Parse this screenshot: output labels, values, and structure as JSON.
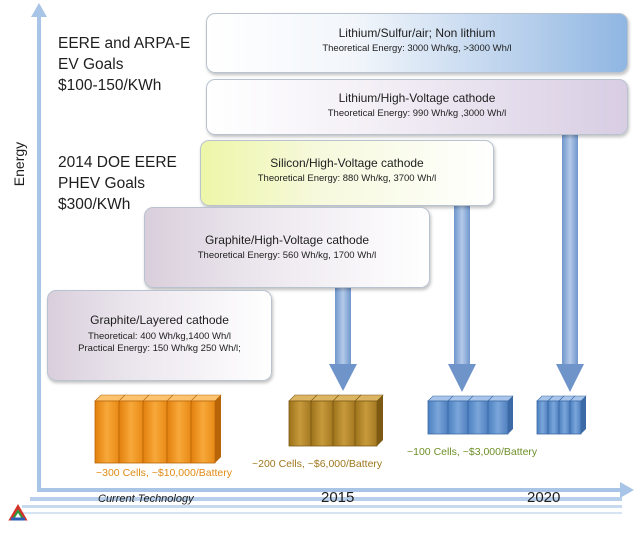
{
  "colors": {
    "axis": "#a8c4e6",
    "orange_cell": "#f39a1e",
    "bronze_cell": "#b98a2a",
    "blue_cell": "#5b8fcc",
    "arrow": "#7ea2d4",
    "orange_text": "#e08a14",
    "bronze_text": "#a0781e",
    "green_text": "#6e8f2a"
  },
  "y_axis_label": "Energy",
  "goals": {
    "ev": {
      "line1": "EERE and ARPA-E",
      "line2": "EV Goals",
      "line3": "$100-150/KWh"
    },
    "phev": {
      "line1": "2014 DOE EERE",
      "line2": "PHEV Goals",
      "line3": "$300/KWh"
    }
  },
  "boxes": {
    "lithium_sulfur_air": {
      "title": "Lithium/Sulfur/air; Non lithium",
      "line2": "Theoretical Energy: 3000 Wh/kg, >3000 Wh/l"
    },
    "lithium_hv": {
      "title": "Lithium/High-Voltage cathode",
      "line2": "Theoretical Energy: 990 Wh/kg ,3000 Wh/l"
    },
    "silicon_hv": {
      "title": "Silicon/High-Voltage cathode",
      "line2": "Theoretical Energy: 880 Wh/kg, 3700 Wh/l"
    },
    "graphite_hv": {
      "title": "Graphite/High-Voltage cathode",
      "line2": "Theoretical Energy: 560 Wh/kg, 1700 Wh/l"
    },
    "graphite_layered": {
      "title": "Graphite/Layered cathode",
      "line2": "Theoretical: 400 Wh/kg,1400 Wh/l",
      "line3": "Practical Energy: 150 Wh/kg 250 Wh/l;"
    }
  },
  "batteries": {
    "current": {
      "caption": "~300 Cells, ~$10,000/Battery"
    },
    "y2015": {
      "caption": "~200 Cells, ~$6,000/Battery"
    },
    "y2020": {
      "caption": "~100 Cells, ~$3,000/Battery"
    }
  },
  "x_axis": {
    "current": "Current Technology",
    "y2015": "2015",
    "y2020": "2020"
  },
  "logo_icon": "tri-color-triangle-logo"
}
